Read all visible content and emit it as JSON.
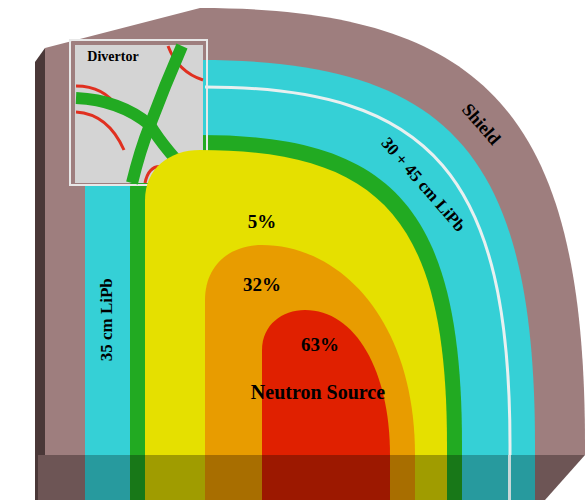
{
  "diagram": {
    "nodes": [
      {
        "text": [
          "Divertor"
        ]
      },
      {
        "text": [
          "Shield"
        ]
      },
      {
        "text": [
          "30 + 45 cm LiPb"
        ]
      },
      {
        "text": [
          "35 cm LiPb"
        ]
      },
      {
        "text": [
          "5%"
        ]
      },
      {
        "text": [
          "32%"
        ],
        "in": 4
      },
      {
        "text": [
          "63%"
        ],
        "in": 5
      }
    ],
    "labels": [
      "Neutron Source"
    ]
  }
}
